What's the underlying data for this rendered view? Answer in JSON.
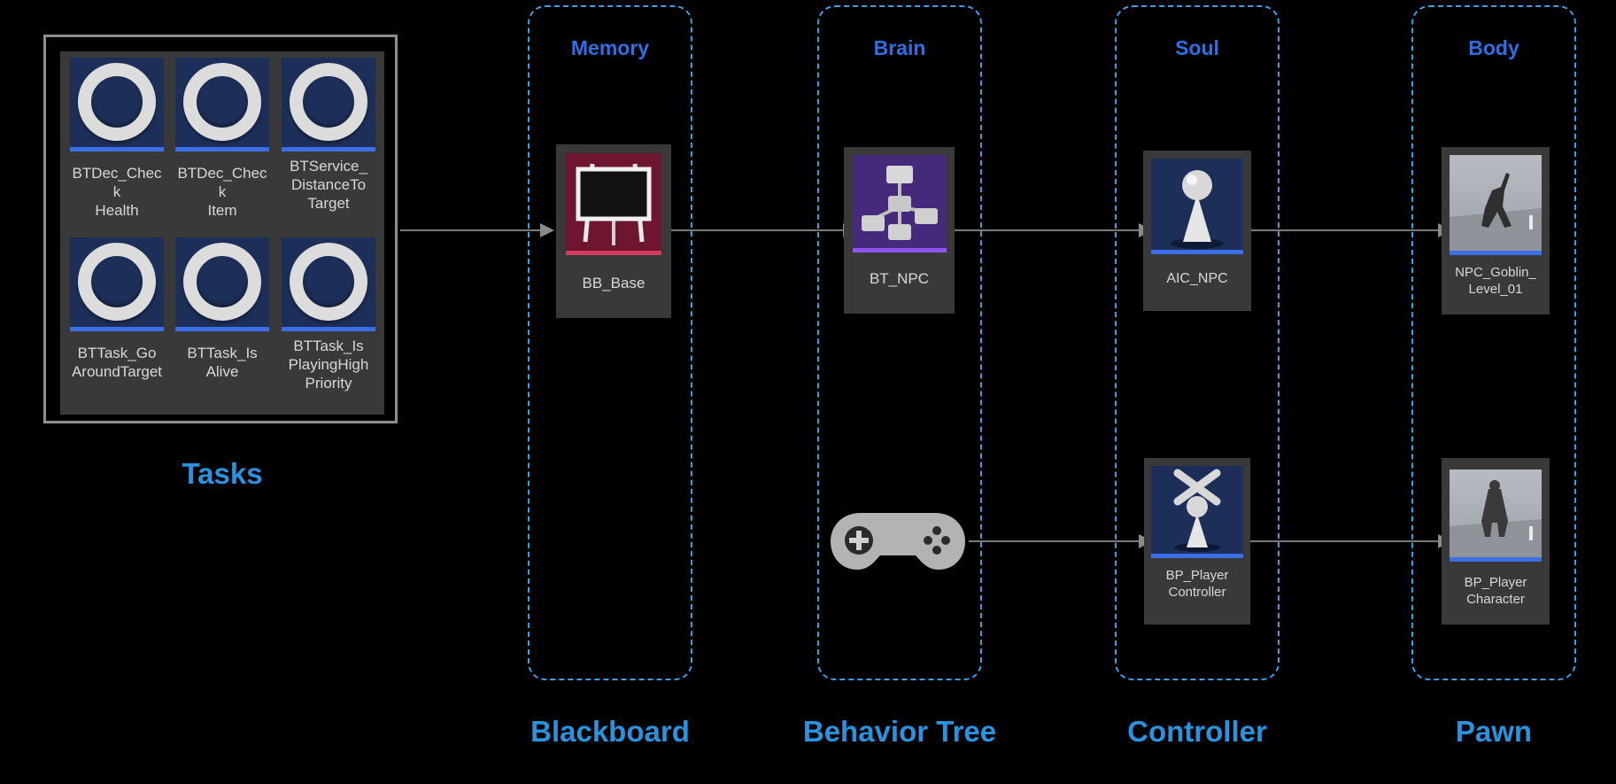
{
  "tasks": {
    "caption": "Tasks",
    "items": [
      {
        "label": "BTDec_Check\nHealth"
      },
      {
        "label": "BTDec_Check\nItem"
      },
      {
        "label": "BTService_\nDistanceTo\nTarget"
      },
      {
        "label": "BTTask_Go\nAroundTarget"
      },
      {
        "label": "BTTask_Is\nAlive"
      },
      {
        "label": "BTTask_Is\nPlayingHigh\nPriority"
      }
    ]
  },
  "columns": [
    {
      "title": "Memory",
      "caption": "Blackboard"
    },
    {
      "title": "Brain",
      "caption": "Behavior Tree"
    },
    {
      "title": "Soul",
      "caption": "Controller"
    },
    {
      "title": "Body",
      "caption": "Pawn"
    }
  ],
  "assets": {
    "bb_base": "BB_Base",
    "bt_npc": "BT_NPC",
    "aic_npc": "AIC_NPC",
    "npc_goblin": "NPC_Goblin_\nLevel_01",
    "bp_player_controller": "BP_Player\nController",
    "bp_player_character": "BP_Player\nCharacter"
  },
  "icons": {
    "task": "ring-icon",
    "blackboard": "chalkboard-icon",
    "behavior_tree": "tree-hierarchy-icon",
    "controller": "controller-pawn-icon",
    "player_controller": "player-controller-icon",
    "gamepad": "gamepad-icon",
    "pawn": "character-mesh-icon"
  },
  "colors": {
    "background": "#000000",
    "column_border": "#3a9fe6",
    "column_title": "#2f6fe6",
    "caption": "#2a93e0",
    "card": "#393939",
    "arrow": "#7a7a7a"
  }
}
